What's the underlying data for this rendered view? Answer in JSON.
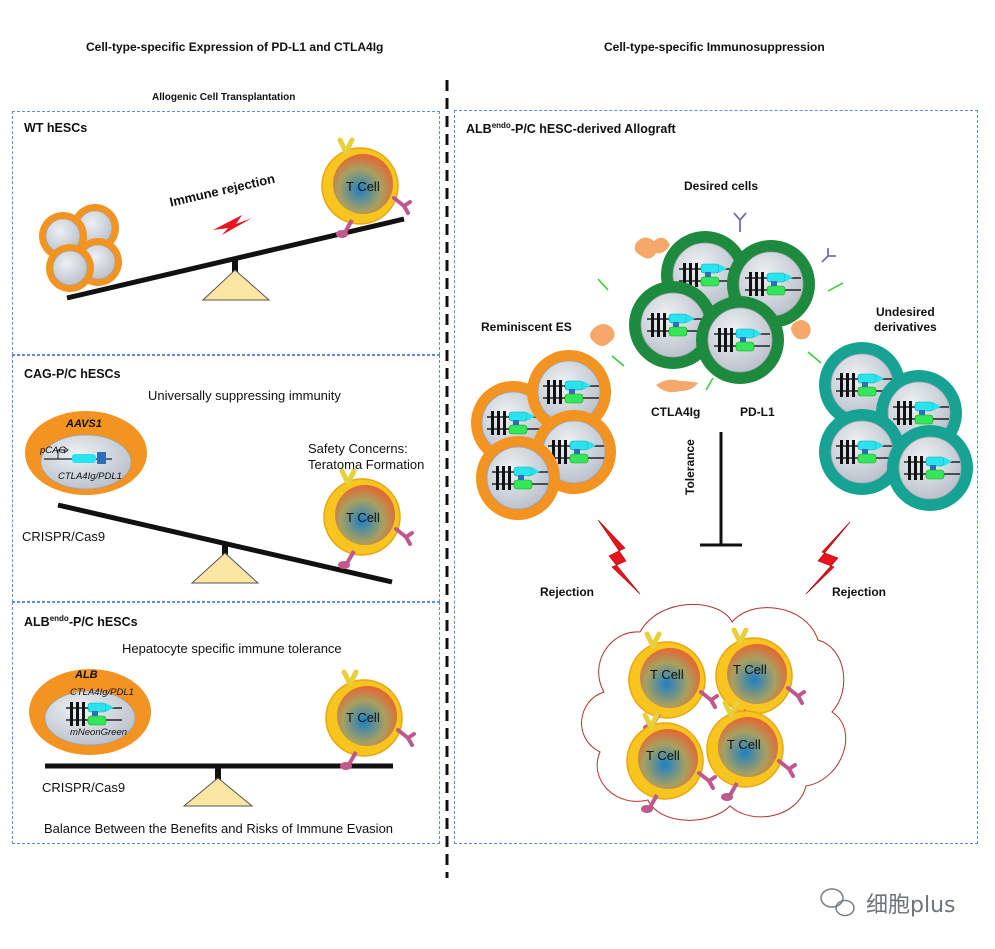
{
  "headers": {
    "left": "Cell-type-specific Expression of PD-L1 and CTLA4Ig",
    "right": "Cell-type-specific Immunosuppression"
  },
  "left": {
    "subheader": "Allogenic Cell Transplantation",
    "wt": {
      "title": "WT hESCs",
      "immune_rejection": "Immune rejection",
      "tcell": "T Cell"
    },
    "cag": {
      "title": "CAG-P/C hESCs",
      "subtitle": "Universally suppressing immunity",
      "aavs1": "AAVS1",
      "pcag": "pCAG",
      "construct": "CTLA4Ig/PDL1",
      "safety_line1": "Safety Concerns:",
      "safety_line2": "Teratoma Formation",
      "crispr": "CRISPR/Cas9",
      "tcell": "T Cell"
    },
    "alb": {
      "title_main": "ALB",
      "title_sup": "endo",
      "title_rest": "-P/C hESCs",
      "subtitle": "Hepatocyte specific immune tolerance",
      "gene": "ALB",
      "construct": "CTLA4Ig/PDL1",
      "reporter": "mNeonGreen",
      "crispr": "CRISPR/Cas9",
      "balance": "Balance Between the Benefits and Risks of Immune Evasion",
      "tcell": "T Cell"
    }
  },
  "right": {
    "title_main": "ALB",
    "title_sup": "endo",
    "title_rest": "-P/C hESC-derived Allograft",
    "desired": "Desired cells",
    "reminiscent": "Reminiscent ES",
    "undesired_line1": "Undesired",
    "undesired_line2": "derivatives",
    "ctla4ig": "CTLA4Ig",
    "pdl1": "PD-L1",
    "tolerance": "Tolerance",
    "rejection_left": "Rejection",
    "rejection_right": "Rejection",
    "tcells": [
      "T Cell",
      "T Cell",
      "T Cell",
      "T Cell"
    ]
  },
  "watermark": "细胞plus",
  "colors": {
    "panel_border": "#5b8fd6",
    "es_orange": "#f39322",
    "desired_green": "#1e8a3e",
    "undesired_teal": "#17a394",
    "nucleus_gray": "#c9ced6",
    "gene_cyan": "#29e4ee",
    "gene_green": "#33e65a",
    "bolt_red": "#e8141e",
    "fulcrum": "#fde6a3"
  }
}
